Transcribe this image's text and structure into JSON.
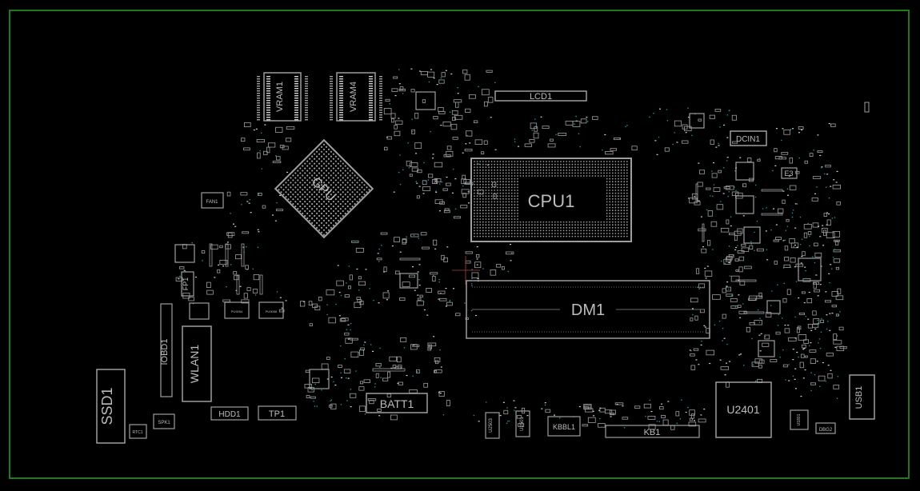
{
  "board": {
    "outline_color": "#1f7a1f",
    "component_color": "#9e9e9e",
    "via_color": "#1f8fa3",
    "pad_color": "#d0d0d0"
  },
  "labels": {
    "vram1": "VRAM1",
    "vram4": "VRAM4",
    "lcd1": "LCD1",
    "gpu": "GPU",
    "cpu1": "CPU1",
    "dcin1": "DCIN1",
    "e3": "E3",
    "fan1": "FAN1",
    "fp1": "FP1",
    "iobd1": "IOBD1",
    "wlan1": "WLAN1",
    "ssd1": "SSD1",
    "dm1": "DM1",
    "batt1": "BATT1",
    "hdd1": "HDD1",
    "tp1": "TP1",
    "spk1": "SPK1",
    "rtc1": "RTC1",
    "u2503": "U2503",
    "u2501": "U2501",
    "kbbl1": "KBBL1",
    "kb1": "KB1",
    "u2401": "U2401",
    "u1801": "U1801",
    "dbg2": "DBG2",
    "usb1": "USB1",
    "pu9": "PU9054",
    "pu10": "PU9058"
  }
}
